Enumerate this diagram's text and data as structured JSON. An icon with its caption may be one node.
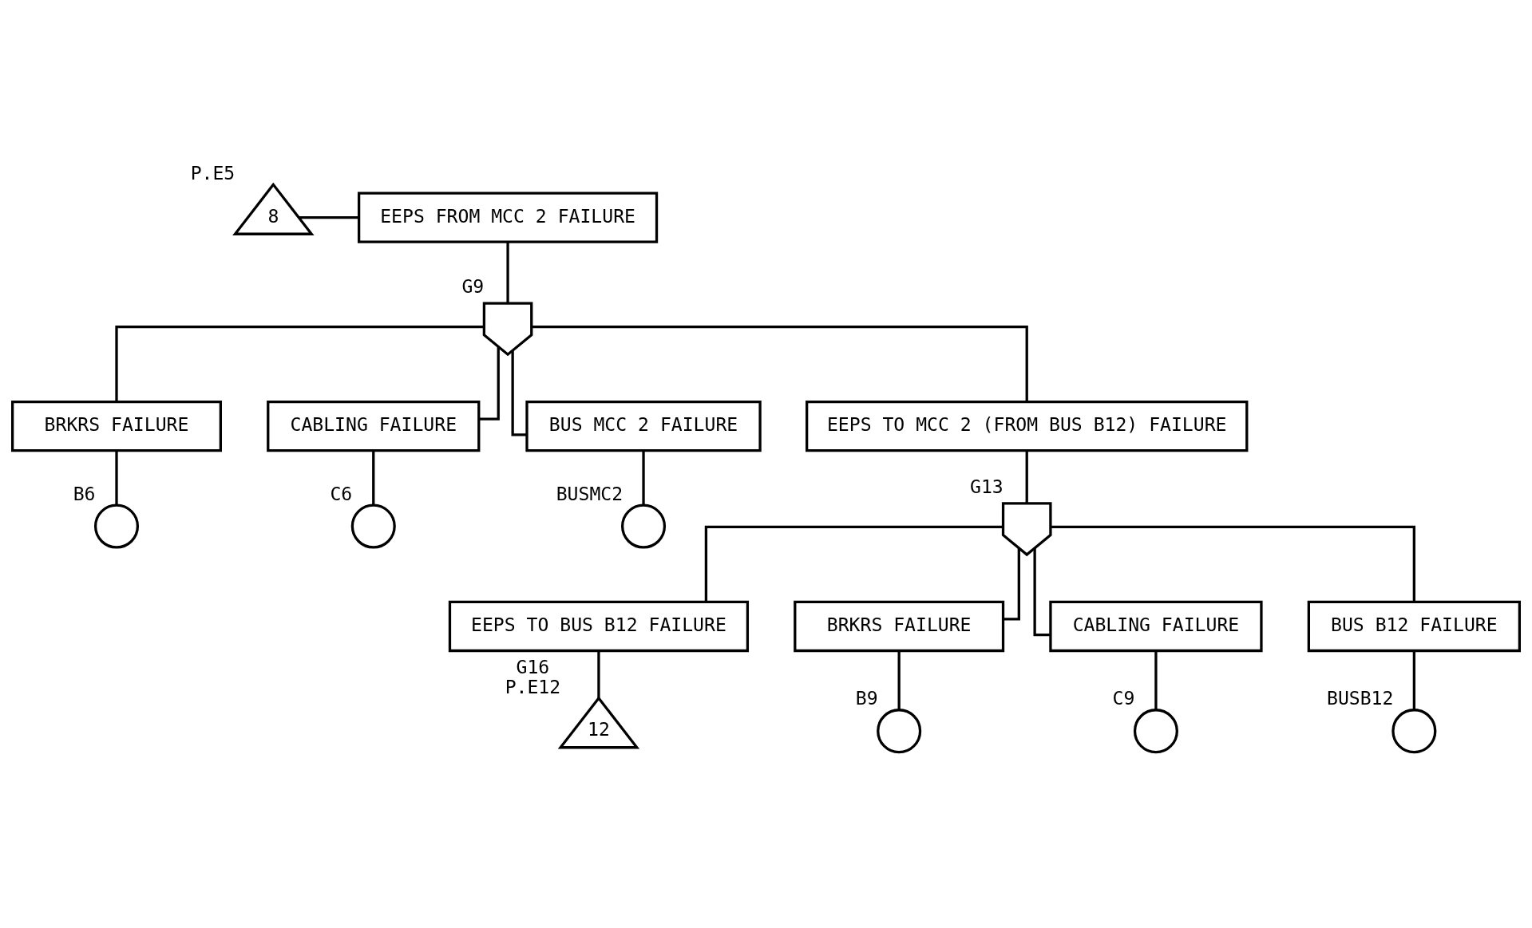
{
  "diagram": {
    "nodes": [
      {
        "text": [
          "EEPS FROM MCC 2 FAILURE"
        ]
      },
      {
        "text": [
          "8"
        ],
        "beside": [
          "P.E5"
        ]
      },
      {
        "text": [],
        "shape": "gate",
        "beside": [
          "G9"
        ]
      },
      {
        "text": [
          "BRKRS FAILURE"
        ]
      },
      {
        "text": [],
        "shape": "circle",
        "beside": [
          "B6"
        ]
      },
      {
        "text": [
          "CABLING FAILURE"
        ]
      },
      {
        "text": [],
        "shape": "circle",
        "beside": [
          "C6"
        ]
      },
      {
        "text": [
          "BUS MCC 2 FAILURE"
        ]
      },
      {
        "text": [],
        "shape": "circle",
        "beside": [
          "BUSMC2"
        ]
      },
      {
        "text": [
          "EEPS TO MCC 2 (FROM BUS B12) FAILURE"
        ]
      },
      {
        "text": [],
        "shape": "gate",
        "beside": [
          "G13"
        ]
      },
      {
        "text": [
          "EEPS TO BUS B12 FAILURE"
        ]
      },
      {
        "text": [
          "12"
        ],
        "beside": [
          "G16",
          "P.E12"
        ]
      },
      {
        "text": [
          "BRKRS FAILURE"
        ]
      },
      {
        "text": [],
        "shape": "circle",
        "beside": [
          "B9"
        ]
      },
      {
        "text": [
          "CABLING FAILURE"
        ]
      },
      {
        "text": [],
        "shape": "circle",
        "beside": [
          "C9"
        ]
      },
      {
        "text": [
          "BUS B12 FAILURE"
        ]
      },
      {
        "text": [],
        "shape": "circle",
        "beside": [
          "BUSB12"
        ]
      }
    ],
    "edges": [
      {
        "from": 1,
        "to": 0,
        "arrow": "none"
      },
      {
        "from": 0,
        "to": 2,
        "arrow": "none"
      },
      {
        "from": 2,
        "to": 3,
        "arrow": "none"
      },
      {
        "from": 2,
        "to": 5,
        "arrow": "none"
      },
      {
        "from": 2,
        "to": 7,
        "arrow": "none"
      },
      {
        "from": 2,
        "to": 9,
        "arrow": "none"
      },
      {
        "from": 3,
        "to": 4,
        "arrow": "none"
      },
      {
        "from": 5,
        "to": 6,
        "arrow": "none"
      },
      {
        "from": 7,
        "to": 8,
        "arrow": "none"
      },
      {
        "from": 9,
        "to": 10,
        "arrow": "none"
      },
      {
        "from": 10,
        "to": 11,
        "arrow": "none"
      },
      {
        "from": 10,
        "to": 13,
        "arrow": "none"
      },
      {
        "from": 10,
        "to": 15,
        "arrow": "none"
      },
      {
        "from": 10,
        "to": 17,
        "arrow": "none"
      },
      {
        "from": 11,
        "to": 12,
        "arrow": "none"
      },
      {
        "from": 13,
        "to": 14,
        "arrow": "none"
      },
      {
        "from": 15,
        "to": 16,
        "arrow": "none"
      },
      {
        "from": 17,
        "to": 18,
        "arrow": "none"
      }
    ]
  }
}
